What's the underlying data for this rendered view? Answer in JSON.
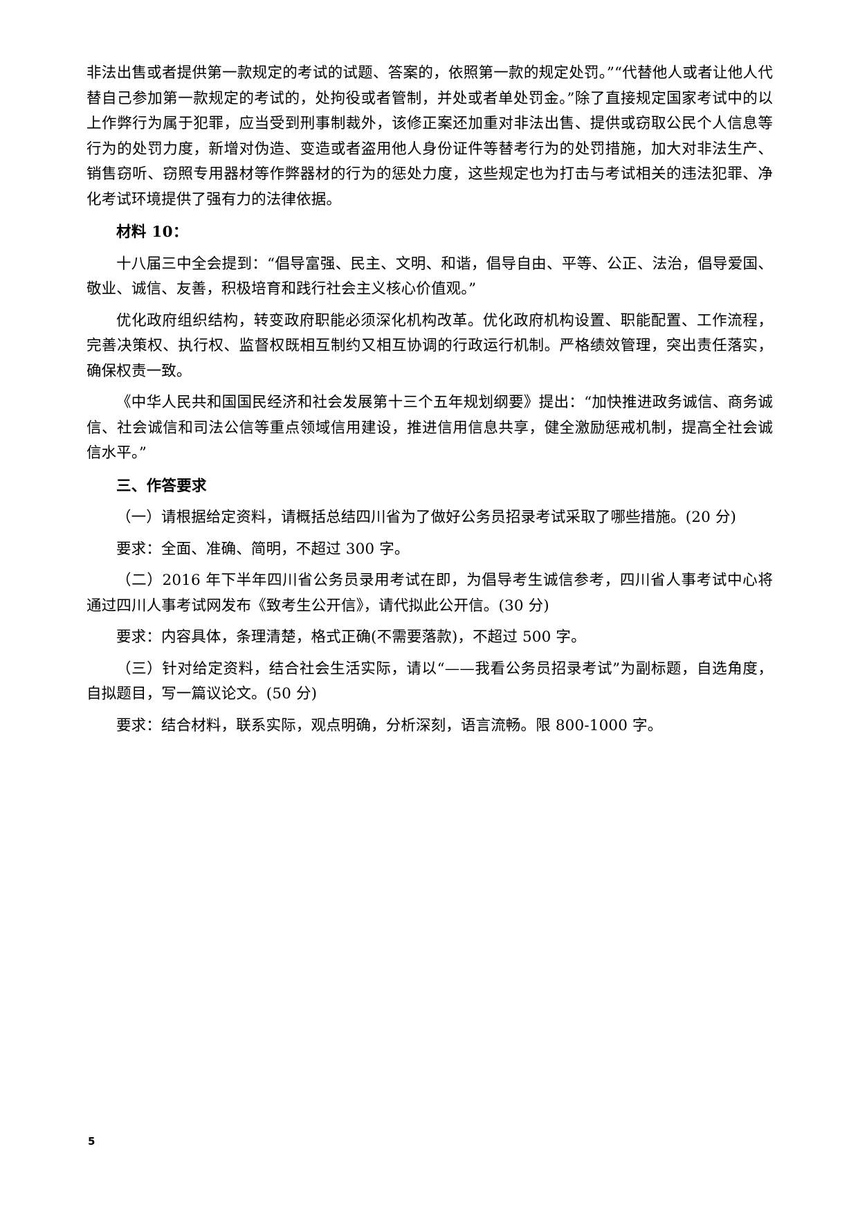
{
  "document": {
    "page_number": "5",
    "blocks": [
      {
        "id": "para-continuation",
        "type": "paragraph",
        "indent": false,
        "text": "非法出售或者提供第一款规定的考试的试题、答案的，依照第一款的规定处罚。”“代替他人或者让他人代替自己参加第一款规定的考试的，处拘役或者管制，并处或者单处罚金。”除了直接规定国家考试中的以上作弊行为属于犯罪，应当受到刑事制裁外，该修正案还加重对非法出售、提供或窃取公民个人信息等行为的处罚力度，新增对伪造、变造或者盗用他人身份证件等替考行为的处罚措施，加大对非法生产、销售窃听、窃照专用器材等作弊器材的行为的惩处力度，这些规定也为打击与考试相关的违法犯罪、净化考试环境提供了强有力的法律依据。"
      },
      {
        "id": "heading-material-10",
        "type": "heading",
        "text": "材料 10："
      },
      {
        "id": "para-material10-1",
        "type": "paragraph",
        "indent": true,
        "text": "十八届三中全会提到：“倡导富强、民主、文明、和谐，倡导自由、平等、公正、法治，倡导爱国、敬业、诚信、友善，积极培育和践行社会主义核心价值观。”"
      },
      {
        "id": "para-material10-2",
        "type": "paragraph",
        "indent": true,
        "text": "优化政府组织结构，转变政府职能必须深化机构改革。优化政府机构设置、职能配置、工作流程，完善决策权、执行权、监督权既相互制约又相互协调的行政运行机制。严格绩效管理，突出责任落实，确保权责一致。"
      },
      {
        "id": "para-material10-3",
        "type": "paragraph",
        "indent": true,
        "text": "《中华人民共和国国民经济和社会发展第十三个五年规划纲要》提出：“加快推进政务诚信、商务诚信、社会诚信和司法公信等重点领域信用建设，推进信用信息共享，健全激励惩戒机制，提高全社会诚信水平。”"
      },
      {
        "id": "heading-section-three",
        "type": "heading",
        "text": "三、作答要求"
      },
      {
        "id": "question-1",
        "type": "paragraph",
        "indent": true,
        "text": "（一）请根据给定资料，请概括总结四川省为了做好公务员招录考试采取了哪些措施。(20 分)"
      },
      {
        "id": "requirement-1",
        "type": "paragraph",
        "indent": true,
        "text": "要求：全面、准确、简明，不超过 300 字。"
      },
      {
        "id": "question-2",
        "type": "paragraph",
        "indent": true,
        "text": "（二）2016 年下半年四川省公务员录用考试在即，为倡导考生诚信参考，四川省人事考试中心将通过四川人事考试网发布《致考生公开信》，请代拟此公开信。(30 分)"
      },
      {
        "id": "requirement-2",
        "type": "paragraph",
        "indent": true,
        "text": "要求：内容具体，条理清楚，格式正确(不需要落款)，不超过 500 字。"
      },
      {
        "id": "question-3",
        "type": "paragraph",
        "indent": true,
        "text": "（三）针对给定资料，结合社会生活实际，请以“——我看公务员招录考试”为副标题，自选角度，自拟题目，写一篇议论文。(50 分)"
      },
      {
        "id": "requirement-3",
        "type": "paragraph",
        "indent": true,
        "text": "要求：结合材料，联系实际，观点明确，分析深刻，语言流畅。限 800-1000 字。"
      }
    ]
  }
}
